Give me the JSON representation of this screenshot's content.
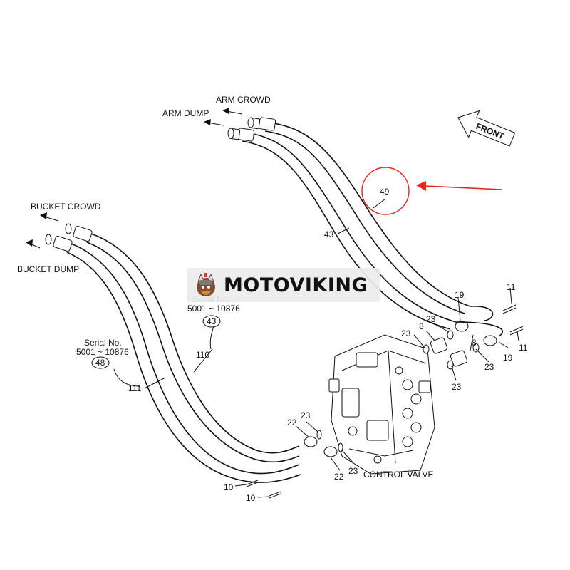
{
  "labels": {
    "arm_crowd": "ARM CROWD",
    "arm_dump": "ARM DUMP",
    "bucket_crowd": "BUCKET CROWD",
    "bucket_dump": "BUCKET DUMP",
    "front": "FRONT",
    "control_valve": "CONTROL VALVE",
    "serial_left_line1": "Serial No.",
    "serial_left_line2": "5001 ~ 10876",
    "serial_center_line1": "Serial No.",
    "serial_center_line2": "5001 ~ 10876"
  },
  "badges": {
    "b49": "49",
    "b48": "48",
    "b43": "43"
  },
  "part_numbers": {
    "p43": "43",
    "p110": "110",
    "p111": "111",
    "p19a": "19",
    "p19b": "19",
    "p11a": "11",
    "p11b": "11",
    "p8a": "8",
    "p8b": "8",
    "p23a": "23",
    "p23b": "23",
    "p23c": "23",
    "p23d": "23",
    "p23e": "23",
    "p23f": "23",
    "p22a": "22",
    "p22b": "22",
    "p10a": "10",
    "p10b": "10"
  },
  "watermark": {
    "brand": "MOTOVIKING"
  },
  "colors": {
    "line": "#111111",
    "highlight": "#e52520",
    "watermark_bg": "#ebebeb"
  }
}
